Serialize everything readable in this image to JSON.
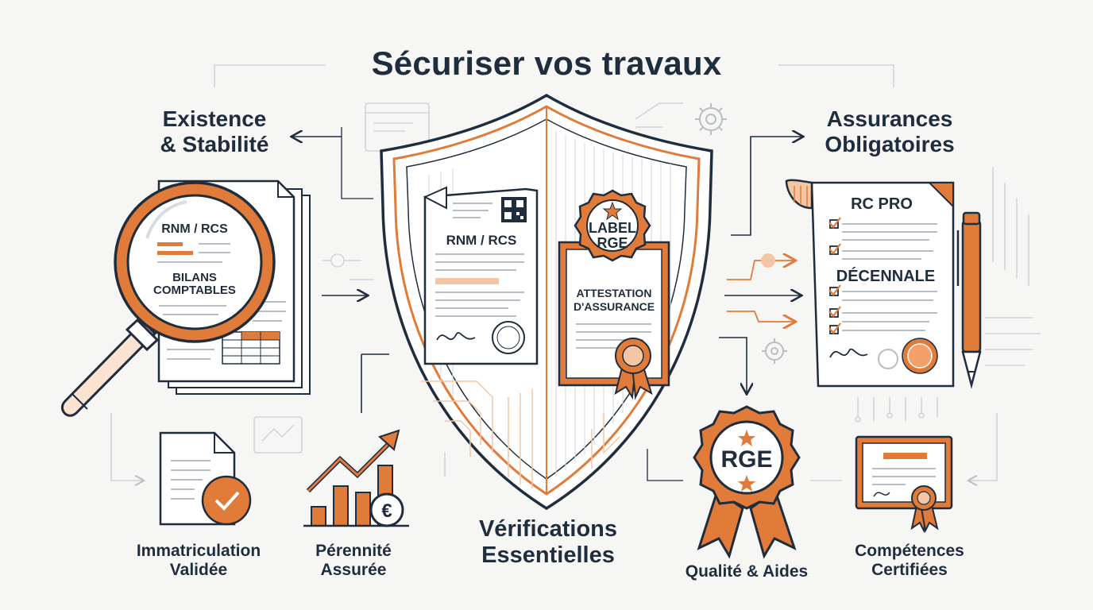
{
  "title": "Sécuriser vos travaux",
  "left_heading": [
    "Existence",
    "& Stabilité"
  ],
  "right_heading": [
    "Assurances",
    "Obligatoires"
  ],
  "magnifier_doc": {
    "line1": "RNM / RCS",
    "line2": "BILANS",
    "line3": "COMPTABLES"
  },
  "shield": {
    "doc_label": "RNM / RCS",
    "badge_line1": "LABEL",
    "badge_line2": "RGE",
    "cert_line1": "ATTESTATION",
    "cert_line2": "D'ASSURANCE"
  },
  "insurance_doc": {
    "line1": "RC PRO",
    "line2": "DÉCENNALE"
  },
  "rosette_label": "RGE",
  "captions": {
    "immat": [
      "Immatriculation",
      "Validée"
    ],
    "perennite": [
      "Pérennité",
      "Assurée"
    ],
    "center": [
      "Vérifications",
      "Essentielles"
    ],
    "qualite": [
      "Qualité & Aides"
    ],
    "competences": [
      "Compétences",
      "Certifiées"
    ]
  },
  "colors": {
    "navy": "#1f2d3d",
    "orange": "#e07b39",
    "light_orange": "#f3c7a6",
    "gray": "#b9bec4"
  }
}
